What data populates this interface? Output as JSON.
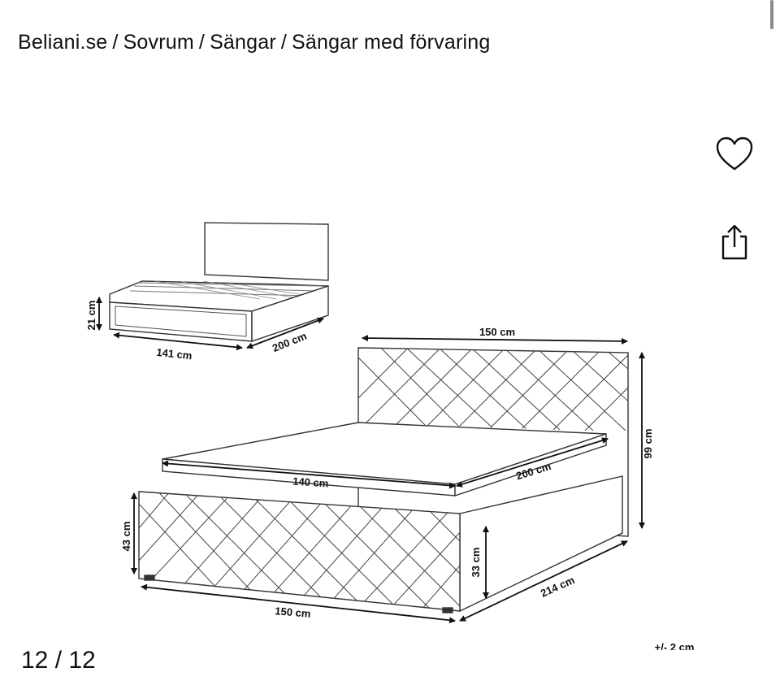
{
  "breadcrumb": {
    "items": [
      "Beliani.se",
      "Sovrum",
      "Sängar",
      "Sängar med förvaring"
    ],
    "separator": "/"
  },
  "actions": {
    "favorite_icon": "heart-icon",
    "share_icon": "share-icon"
  },
  "gallery": {
    "counter": "12 / 12"
  },
  "drawing": {
    "small_bed": {
      "height": "21 cm",
      "width": "141 cm",
      "length": "200 cm"
    },
    "large_bed": {
      "headboard_width": "150 cm",
      "headboard_height": "99 cm",
      "mattress_width": "140 cm",
      "mattress_length": "200 cm",
      "footboard_height": "43 cm",
      "footboard_width": "150 cm",
      "storage_height": "33 cm",
      "total_length": "214 cm"
    },
    "tolerance": "+/- 2 cm"
  }
}
